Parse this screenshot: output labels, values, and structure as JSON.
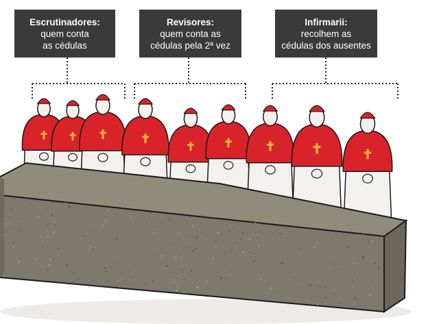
{
  "groups": [
    {
      "title": "Escrutinadores:",
      "lines": [
        "quem conta",
        "as cédulas"
      ]
    },
    {
      "title": "Revisores:",
      "lines": [
        "quem conta as",
        "cédulas pela 2ª vez"
      ]
    },
    {
      "title": "Infirmarii:",
      "lines": [
        "recolhem as",
        "cédulas dos ausentes"
      ]
    }
  ],
  "colors": {
    "label_bg": "#3a3a3a",
    "label_text": "#ffffff",
    "robe_red": "#d8232a",
    "robe_white": "#f2f1ee",
    "cross_gold": "#e2b23a",
    "table_top": "#8f8c7c",
    "table_side": "#7d7a6b",
    "outline": "#1a1a1a"
  }
}
